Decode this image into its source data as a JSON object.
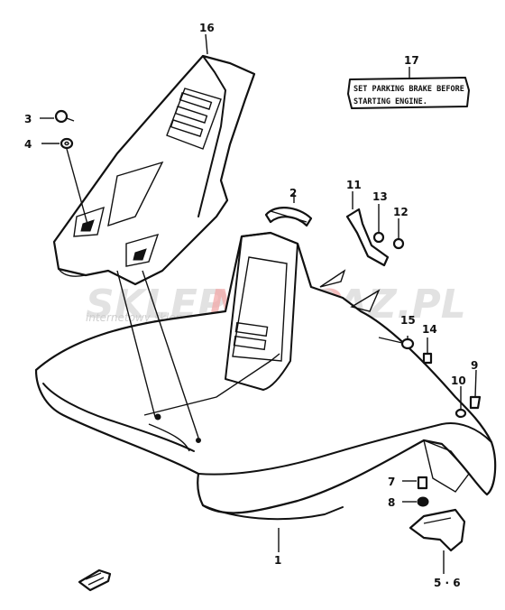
{
  "callouts": {
    "c1": "1",
    "c2": "2",
    "c3": "3",
    "c4": "4",
    "c56": "5 · 6",
    "c7": "7",
    "c8": "8",
    "c9": "9",
    "c10": "10",
    "c11": "11",
    "c12": "12",
    "c13": "13",
    "c14": "14",
    "c15": "15",
    "c16": "16",
    "c17": "17"
  },
  "label_17": {
    "line1": "SET PARKING BRAKE BEFORE",
    "line2": "STARTING ENGINE."
  },
  "watermark": {
    "brand_a": "SKLEP",
    "brand_b": "MOTO",
    "brand_c": "RAZ.PL",
    "tagline": "internetowy sklep motocyklowy"
  },
  "icons": {
    "direction_arrow": "front-arrow-icon"
  }
}
